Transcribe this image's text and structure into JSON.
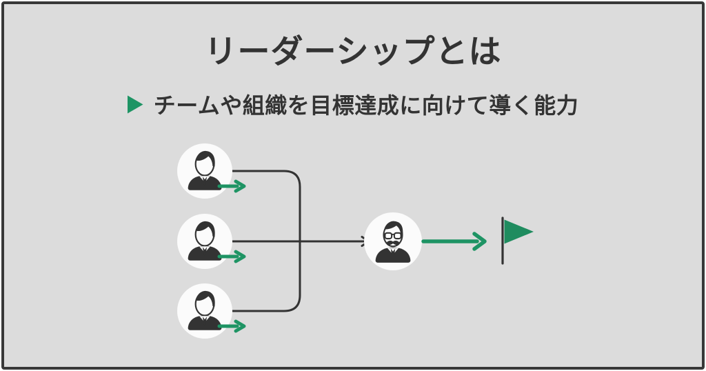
{
  "header": {
    "title": "リーダーシップとは",
    "subtitle": "チームや組織を目標達成に向けて導く能力"
  },
  "colors": {
    "background": "#dcdcdc",
    "frame_border": "#383838",
    "text": "#333333",
    "line": "#333333",
    "green": "#1e9464",
    "flag_green": "#1f8c5f",
    "node_fill": "#fbfbfb"
  },
  "icons": {
    "bullet": "green-right-triangle-icon",
    "member": "business-person-icon",
    "leader": "leader-person-icon",
    "goal": "goal-flag-icon"
  },
  "diagram": {
    "member_count": 3
  }
}
